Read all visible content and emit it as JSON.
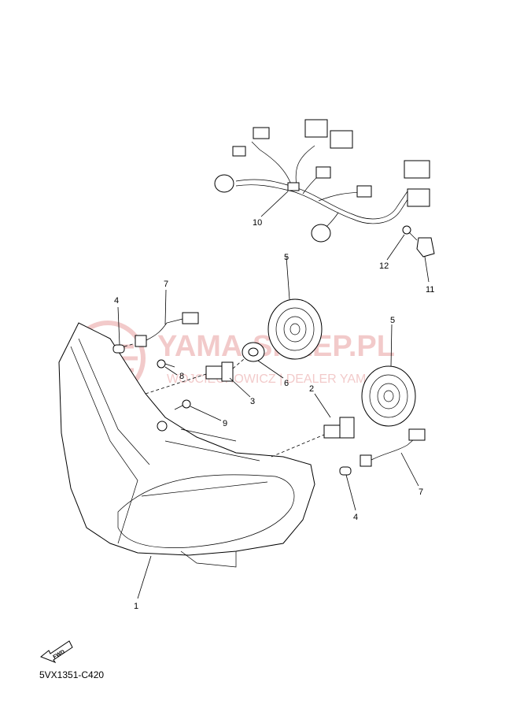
{
  "watermark": {
    "brand": "YAMA-SKLEP.PL",
    "tagline": "WOJCIECHOWICZ | DEALER YAMAHA",
    "color": "#e8a0a0"
  },
  "fwd_label": "FWD",
  "diagram_code": "5VX1351-C420",
  "callouts": {
    "c1": "1",
    "c2": "2",
    "c3": "3",
    "c4a": "4",
    "c4b": "4",
    "c5a": "5",
    "c5b": "5",
    "c6": "6",
    "c7a": "7",
    "c7b": "7",
    "c8": "8",
    "c9": "9",
    "c10": "10",
    "c11": "11",
    "c12": "12"
  }
}
